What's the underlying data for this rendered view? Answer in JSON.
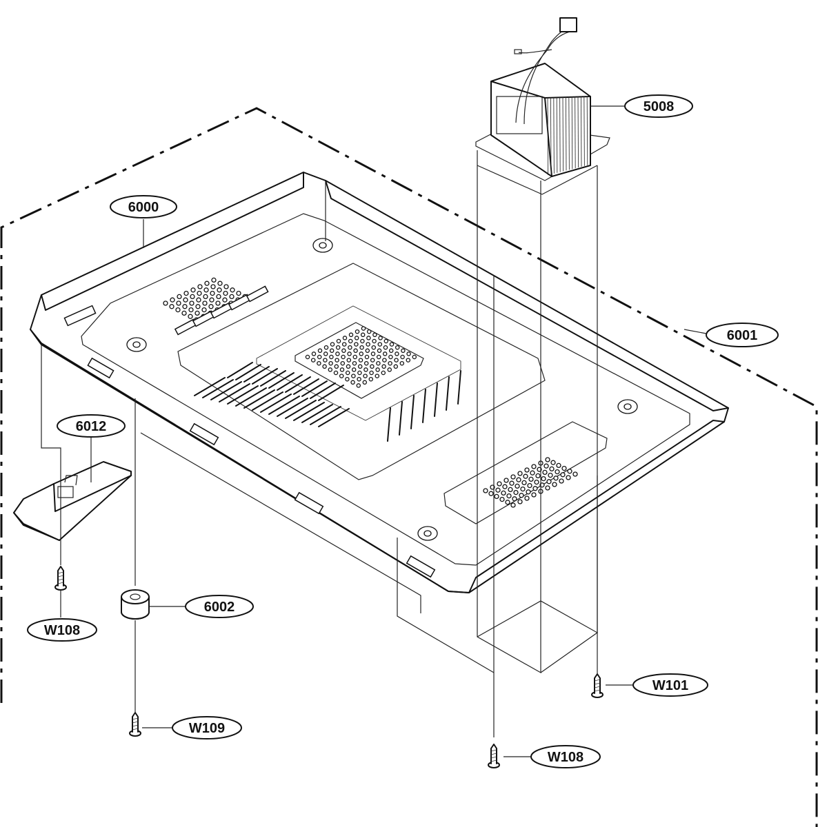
{
  "diagram": {
    "parts": [
      {
        "id": "p5008",
        "label": "5008",
        "desc": "high-voltage-transformer"
      },
      {
        "id": "p6000",
        "label": "6000",
        "desc": "base-plate"
      },
      {
        "id": "p6001",
        "label": "6001",
        "desc": "enclosure-outline"
      },
      {
        "id": "p6012",
        "label": "6012",
        "desc": "latch-bracket"
      },
      {
        "id": "p6002",
        "label": "6002",
        "desc": "rubber-foot"
      },
      {
        "id": "pW108a",
        "label": "W108",
        "desc": "screw"
      },
      {
        "id": "pW109",
        "label": "W109",
        "desc": "screw"
      },
      {
        "id": "pW101",
        "label": "W101",
        "desc": "screw"
      },
      {
        "id": "pW108b",
        "label": "W108",
        "desc": "screw"
      }
    ]
  }
}
